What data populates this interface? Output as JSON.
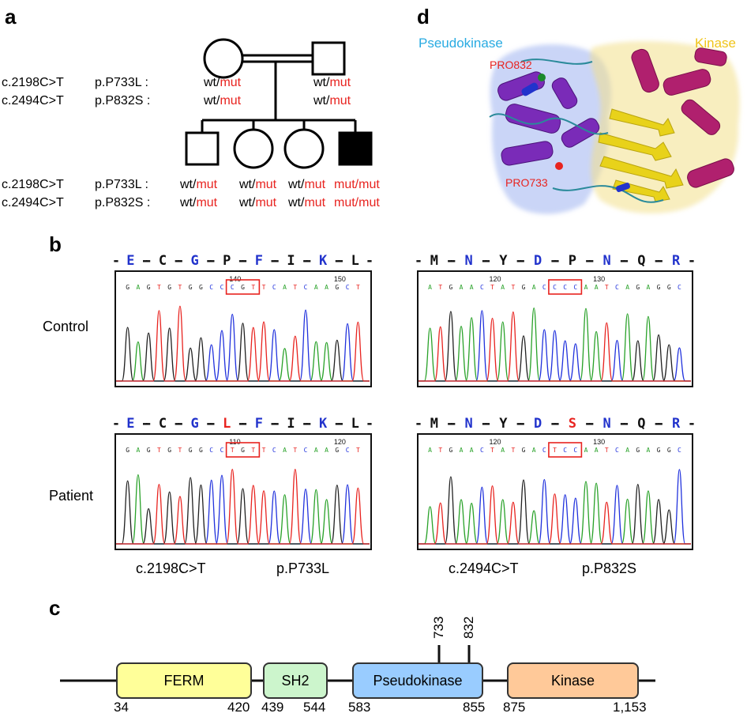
{
  "panels": {
    "a": "a",
    "b": "b",
    "c": "c",
    "d": "d"
  },
  "pedigree": {
    "parents": {
      "rows": [
        {
          "variant": "c.2198C>T",
          "protein": "p.P733L :",
          "mother_wt": "wt/",
          "mother_mut": "mut",
          "father_wt": "wt/",
          "father_mut": "mut"
        },
        {
          "variant": "c.2494C>T",
          "protein": "p.P832S :",
          "mother_wt": "wt/",
          "mother_mut": "mut",
          "father_wt": "wt/",
          "father_mut": "mut"
        }
      ]
    },
    "children": {
      "rows": [
        {
          "variant": "c.2198C>T",
          "protein": "p.P733L :",
          "c1_wt": "wt/",
          "c1_mut": "mut",
          "c2_wt": "wt/",
          "c2_mut": "mut",
          "c3_wt": "wt/",
          "c3_mut": "mut",
          "c4": "mut/mut"
        },
        {
          "variant": "c.2494C>T",
          "protein": "p.P832S :",
          "c1_wt": "wt/",
          "c1_mut": "mut",
          "c2_wt": "wt/",
          "c2_mut": "mut",
          "c3_wt": "wt/",
          "c3_mut": "mut",
          "c4": "mut/mut"
        }
      ]
    }
  },
  "sequencing": {
    "row_labels": {
      "control": "Control",
      "patient": "Patient"
    },
    "left": {
      "control_aa": [
        "E",
        "C",
        "G",
        "P",
        "F",
        "I",
        "K",
        "L"
      ],
      "patient_aa": [
        "E",
        "C",
        "G",
        "L",
        "F",
        "I",
        "K",
        "L"
      ],
      "control_bases": "GAGTGTGGCCCGTTCATCAAGCT",
      "patient_bases": "GAGTGTGGCCTGTTCATCAAGCT",
      "control_pos": [
        "140",
        "150"
      ],
      "patient_pos": [
        "110",
        "120"
      ],
      "caption_variant": "c.2198C>T",
      "caption_protein": "p.P733L"
    },
    "right": {
      "control_aa": [
        "M",
        "N",
        "Y",
        "D",
        "P",
        "N",
        "Q",
        "R"
      ],
      "patient_aa": [
        "M",
        "N",
        "Y",
        "D",
        "S",
        "N",
        "Q",
        "R"
      ],
      "control_bases": "ATGAACTATGACCCCAATCAGAGGC",
      "patient_bases": "ATGAACTATGACTCCAATCAGAGGC",
      "control_pos": [
        "120",
        "130"
      ],
      "patient_pos": [
        "120",
        "130"
      ],
      "caption_variant": "c.2494C>T",
      "caption_protein": "p.P832S"
    }
  },
  "domains": {
    "items": [
      {
        "name": "FERM",
        "start": "34",
        "end": "420",
        "color": "#ffff99"
      },
      {
        "name": "SH2",
        "start": "439",
        "end": "544",
        "color": "#ccf5cc"
      },
      {
        "name": "Pseudokinase",
        "start": "583",
        "end": "855",
        "color": "#99ccff"
      },
      {
        "name": "Kinase",
        "start": "875",
        "end": "1,153",
        "color": "#ffc999"
      }
    ],
    "sites": [
      "733",
      "832"
    ]
  },
  "structure": {
    "label_left": "Pseudokinase",
    "label_right": "Kinase",
    "res1": "PRO832",
    "res2": "PRO733",
    "label_left_color": "#29abe2",
    "label_right_color": "#f0c419",
    "residue_color": "#e8231f"
  }
}
